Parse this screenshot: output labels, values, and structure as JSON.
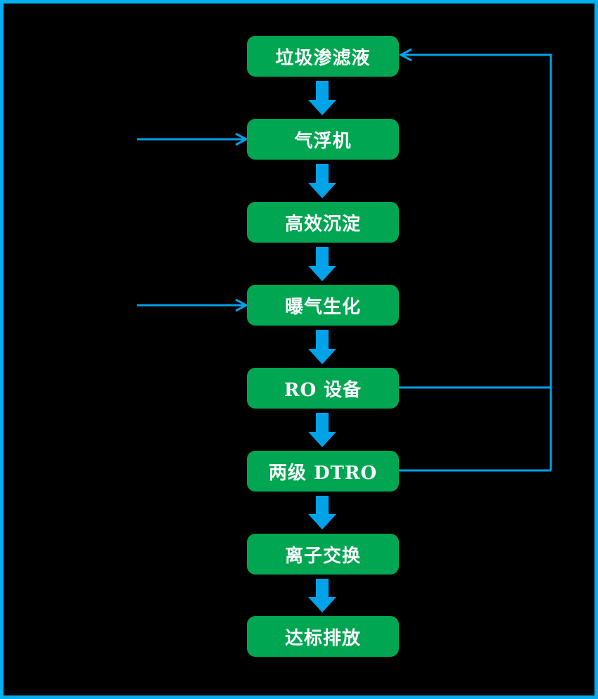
{
  "diagram": {
    "type": "flowchart",
    "title": "",
    "colors": {
      "background": "#000000",
      "frame_border": "#00B0F0",
      "node_fill": "#00A651",
      "node_text": "#FFFFFF",
      "arrow": "#00A2E8"
    },
    "nodes": [
      {
        "id": "leachate",
        "label": "垃圾渗滤液"
      },
      {
        "id": "air-flotation",
        "label": "气浮机"
      },
      {
        "id": "sedimentation",
        "label": "高效沉淀"
      },
      {
        "id": "aeration",
        "label": "曝气生化"
      },
      {
        "id": "ro-equipment",
        "label": "RO 设备"
      },
      {
        "id": "two-stage-dtro",
        "label": "两级 DTRO"
      },
      {
        "id": "ion-exchange",
        "label": "离子交换"
      },
      {
        "id": "discharge",
        "label": "达标排放"
      }
    ],
    "edges": [
      {
        "from": "leachate",
        "to": "air-flotation",
        "style": "block-arrow-down"
      },
      {
        "from": "air-flotation",
        "to": "sedimentation",
        "style": "block-arrow-down"
      },
      {
        "from": "sedimentation",
        "to": "aeration",
        "style": "block-arrow-down"
      },
      {
        "from": "aeration",
        "to": "ro-equipment",
        "style": "block-arrow-down"
      },
      {
        "from": "ro-equipment",
        "to": "two-stage-dtro",
        "style": "block-arrow-down"
      },
      {
        "from": "two-stage-dtro",
        "to": "ion-exchange",
        "style": "block-arrow-down"
      },
      {
        "from": "ion-exchange",
        "to": "discharge",
        "style": "block-arrow-down"
      },
      {
        "from": "external-left",
        "to": "air-flotation",
        "style": "thin-arrow-right"
      },
      {
        "from": "external-left",
        "to": "aeration",
        "style": "thin-arrow-right"
      },
      {
        "from": "ro-equipment",
        "to": "leachate",
        "style": "recycle-loop-right"
      },
      {
        "from": "two-stage-dtro",
        "to": "leachate",
        "style": "recycle-loop-right"
      }
    ]
  }
}
